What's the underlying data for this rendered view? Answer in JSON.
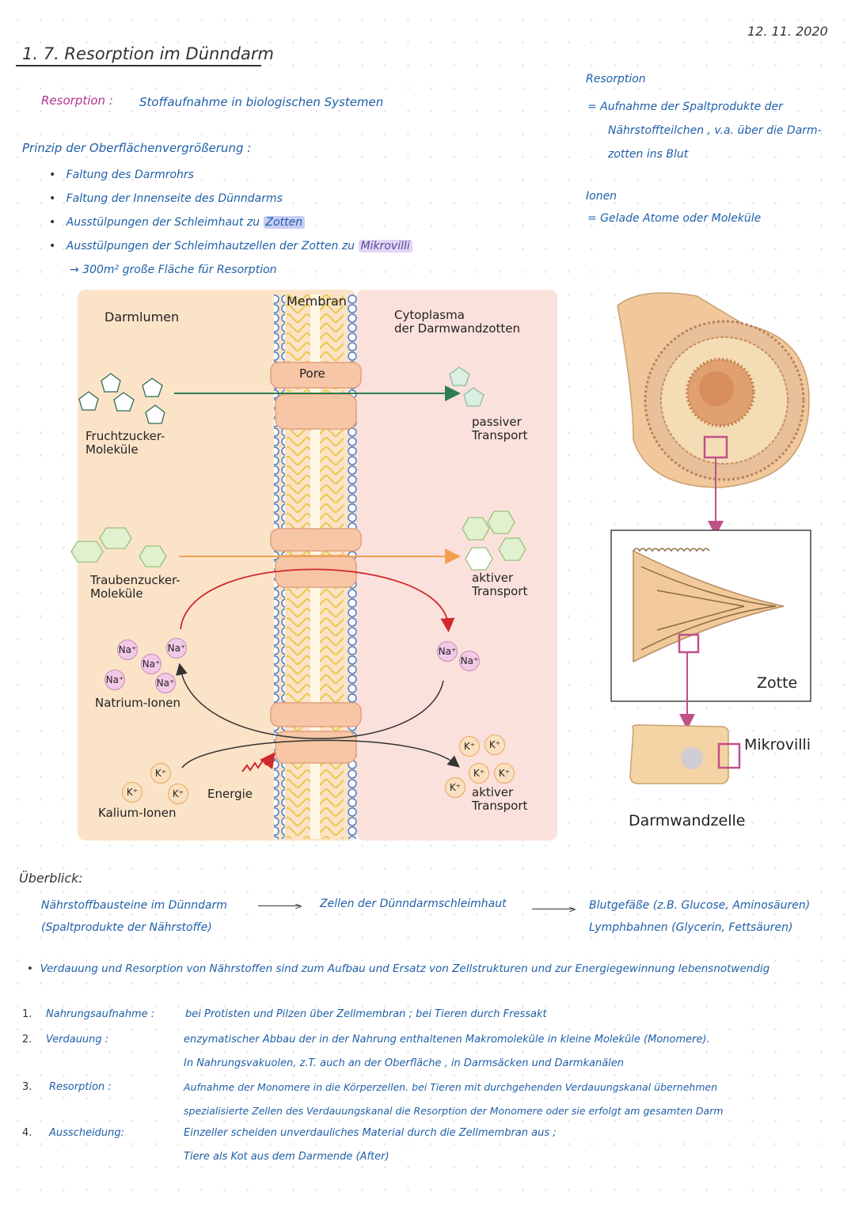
{
  "header": {
    "date": "12. 11. 2020",
    "title": "1. 7.  Resorption im Dünndarm"
  },
  "definition": {
    "term": "Resorption :",
    "text": "Stoffaufnahme in biologischen Systemen"
  },
  "principle": {
    "heading": "Prinzip der Oberflächenvergrößerung :",
    "items": [
      "Faltung des Darmrohrs",
      "Faltung der Innenseite des Dünndarms",
      "Ausstülpungen der Schleimhaut zu",
      "Ausstülpungen der Schleimhautzellen der Zotten zu"
    ],
    "zotten": "Zotten",
    "mikrovilli": "Mikrovilli",
    "result": "→ 300m² große Fläche für Resorption"
  },
  "sidebox": {
    "resorption_title": "Resorption",
    "resorption_lines": [
      "= Aufnahme der Spaltprodukte der",
      "Nährstoffteilchen , v.a. über die Darm-",
      "zotten ins Blut"
    ],
    "ionen_title": "Ionen",
    "ionen_line": "= Gelade Atome oder Moleküle"
  },
  "diagram": {
    "darmlumen": "Darmlumen",
    "membran": "Membran",
    "cytoplasma_1": "Cytoplasma",
    "cytoplasma_2": "der Darmwandzotten",
    "pore": "Pore",
    "frucht_1": "Fruchtzucker-",
    "frucht_2": "Moleküle",
    "passiv_1": "passiver",
    "passiv_2": "Transport",
    "trauben_1": "Traubenzucker-",
    "trauben_2": "Moleküle",
    "aktiv_1": "aktiver",
    "aktiv_2": "Transport",
    "natrium": "Natrium-Ionen",
    "kalium": "Kalium-Ionen",
    "energie": "Energie",
    "na": "Na⁺",
    "k": "K⁺"
  },
  "figure": {
    "zotte": "Zotte",
    "mikrovilli": "Mikrovilli",
    "darmwandzelle": "Darmwandzelle"
  },
  "overview": {
    "heading": "Überblick:",
    "col1_1": "Nährstoffbausteine im Dünndarm",
    "col1_2": "(Spaltprodukte der Nährstoffe)",
    "col2": "Zellen der Dünndarmschleimhaut",
    "col3_1": "Blutgefäße  (z.B. Glucose, Aminosäuren)",
    "col3_2": "Lymphbahnen (Glycerin, Fettsäuren)"
  },
  "bullet": {
    "p1": "Verdauung und Resorption von Nährstoffen sind zum Aufbau und Ersatz von Zellstrukturen und zur ",
    "p2": "Energiegewinnung lebensnotwendig"
  },
  "steps": [
    {
      "num": "1.",
      "label": "Nahrungsaufnahme :",
      "lines": [
        "bei Protisten und Pilzen über Zellmembran  ;  bei Tieren durch Fressakt"
      ]
    },
    {
      "num": "2.",
      "label": "Verdauung :",
      "lines": [
        "enzymatischer Abbau der in der Nahrung enthaltenen Makromoleküle in kleine Moleküle (Monomere).",
        "In Nahrungsvakuolen, z.T. auch an der Oberfläche , in Darmsäcken und Darmkanälen"
      ]
    },
    {
      "num": "3.",
      "label": "Resorption :",
      "lines": [
        "Aufnahme der Monomere in die Körperzellen. bei Tieren mit durchgehenden Verdauungskanal übernehmen",
        "spezialisierte Zellen des Verdauungskanal die Resorption der Monomere oder sie erfolgt am gesamten Darm"
      ]
    },
    {
      "num": "4.",
      "label": "Ausscheidung:",
      "lines": [
        "Einzeller scheiden unverdauliches Material durch die Zellmembran aus ;",
        "Tiere als Kot aus dem Darmende  (After)"
      ]
    }
  ],
  "colors": {
    "blue": "#1f5fa8",
    "pink": "#b4308f",
    "lumen": "#fbe3c8",
    "cytoplasm": "#fbe1dc"
  }
}
